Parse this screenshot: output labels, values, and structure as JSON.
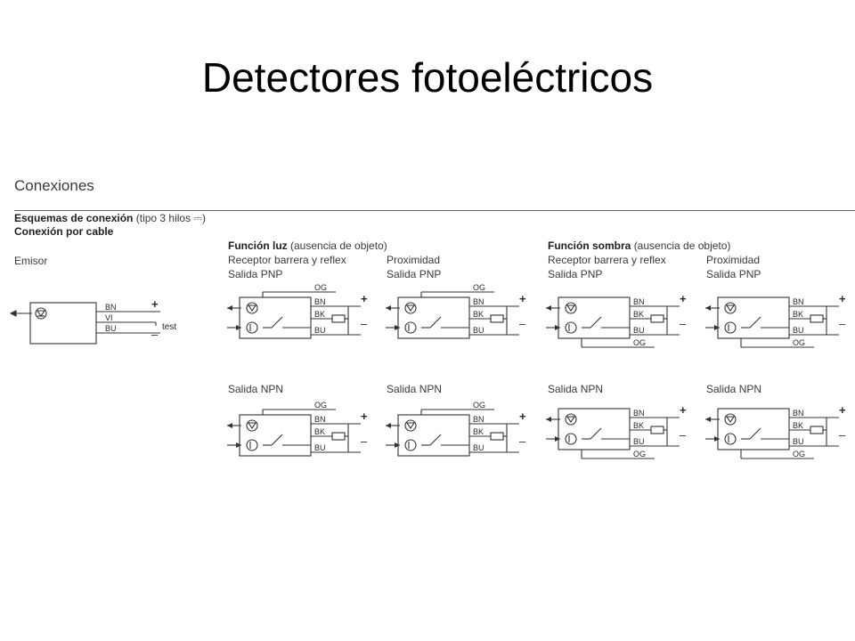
{
  "title": "Detectores fotoeléctricos",
  "section_title": "Conexiones",
  "schemes": {
    "label_bold": "Esquemas de conexión",
    "label_note": "(tipo 3 hilos ⎓)",
    "cable": "Conexión por cable"
  },
  "emitter": {
    "label": "Emisor",
    "wires": [
      "BN",
      "VI",
      "BU"
    ],
    "test_label": "test",
    "plus": "+",
    "minus": "–"
  },
  "groups": [
    {
      "bold": "Función luz",
      "note": "(ausencia de objeto)"
    },
    {
      "bold": "Función sombra",
      "note": "(ausencia de objeto)"
    }
  ],
  "columns": [
    {
      "line1": "Receptor barrera y reflex",
      "line2": "Salida PNP"
    },
    {
      "line1": "Proximidad",
      "line2": "Salida PNP"
    },
    {
      "line1": "Receptor barrera y reflex",
      "line2": "Salida PNP"
    },
    {
      "line1": "Proximidad",
      "line2": "Salida PNP"
    }
  ],
  "npn_label": "Salida NPN",
  "wire_codes": {
    "og": "OG",
    "bn": "BN",
    "bk": "BK",
    "bu": "BU"
  },
  "signs": {
    "plus": "+",
    "minus": "–"
  }
}
